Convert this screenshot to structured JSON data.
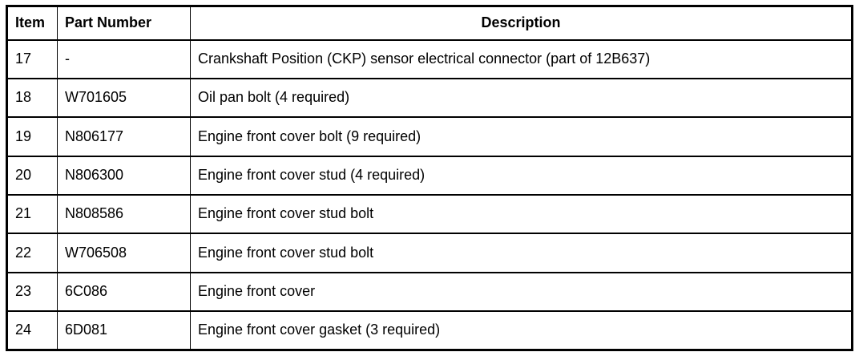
{
  "table": {
    "columns": [
      "Item",
      "Part Number",
      "Description"
    ],
    "rows": [
      {
        "item": "17",
        "part_number": "-",
        "description": "Crankshaft Position (CKP) sensor electrical connector (part of 12B637)"
      },
      {
        "item": "18",
        "part_number": "W701605",
        "description": "Oil pan bolt (4 required)"
      },
      {
        "item": "19",
        "part_number": "N806177",
        "description": "Engine front cover bolt (9 required)"
      },
      {
        "item": "20",
        "part_number": "N806300",
        "description": "Engine front cover stud (4 required)"
      },
      {
        "item": "21",
        "part_number": "N808586",
        "description": "Engine front cover stud bolt"
      },
      {
        "item": "22",
        "part_number": "W706508",
        "description": "Engine front cover stud bolt"
      },
      {
        "item": "23",
        "part_number": "6C086",
        "description": "Engine front cover"
      },
      {
        "item": "24",
        "part_number": "6D081",
        "description": "Engine front cover gasket (3 required)"
      }
    ]
  }
}
